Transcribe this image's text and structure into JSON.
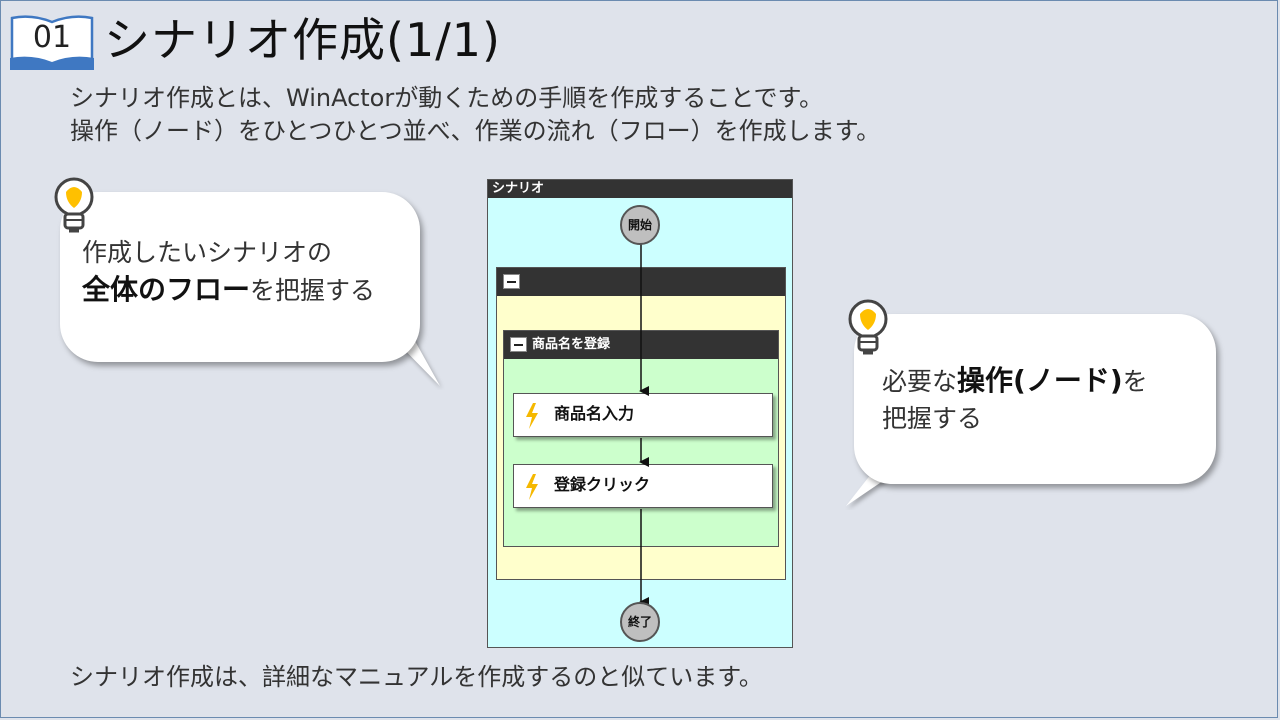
{
  "slide": {
    "section_number": "01",
    "title": "シナリオ作成(1/1)",
    "intro_lines": [
      "シナリオ作成とは、WinActorが動くための手順を作成することです。",
      "操作（ノード）をひとつひとつ並べ、作業の流れ（フロー）を作成します。"
    ],
    "footer": "シナリオ作成は、詳細なマニュアルを作成するのと似ています。"
  },
  "bubble_left": {
    "line1": "作成したいシナリオの",
    "bold": "全体のフロー",
    "rest": "を把握する",
    "icon": "lightbulb-icon"
  },
  "bubble_right": {
    "prefix": "必要な",
    "bold": "操作(ノード)",
    "suffix": "を",
    "line2": "把握する",
    "icon": "lightbulb-icon"
  },
  "scenario": {
    "header": "シナリオ",
    "start_label": "開始",
    "end_label": "終了",
    "group_label": "商品名を登録",
    "nodes": [
      {
        "label": "商品名入力",
        "icon": "lightning-icon"
      },
      {
        "label": "登録クリック",
        "icon": "lightning-icon"
      }
    ]
  },
  "colors": {
    "background": "#dfe3eb",
    "scenario_bg": "#ccffff",
    "group_outer_bg": "#ffffcc",
    "group_inner_bg": "#ccffcc",
    "book_blue": "#3f78c2"
  }
}
